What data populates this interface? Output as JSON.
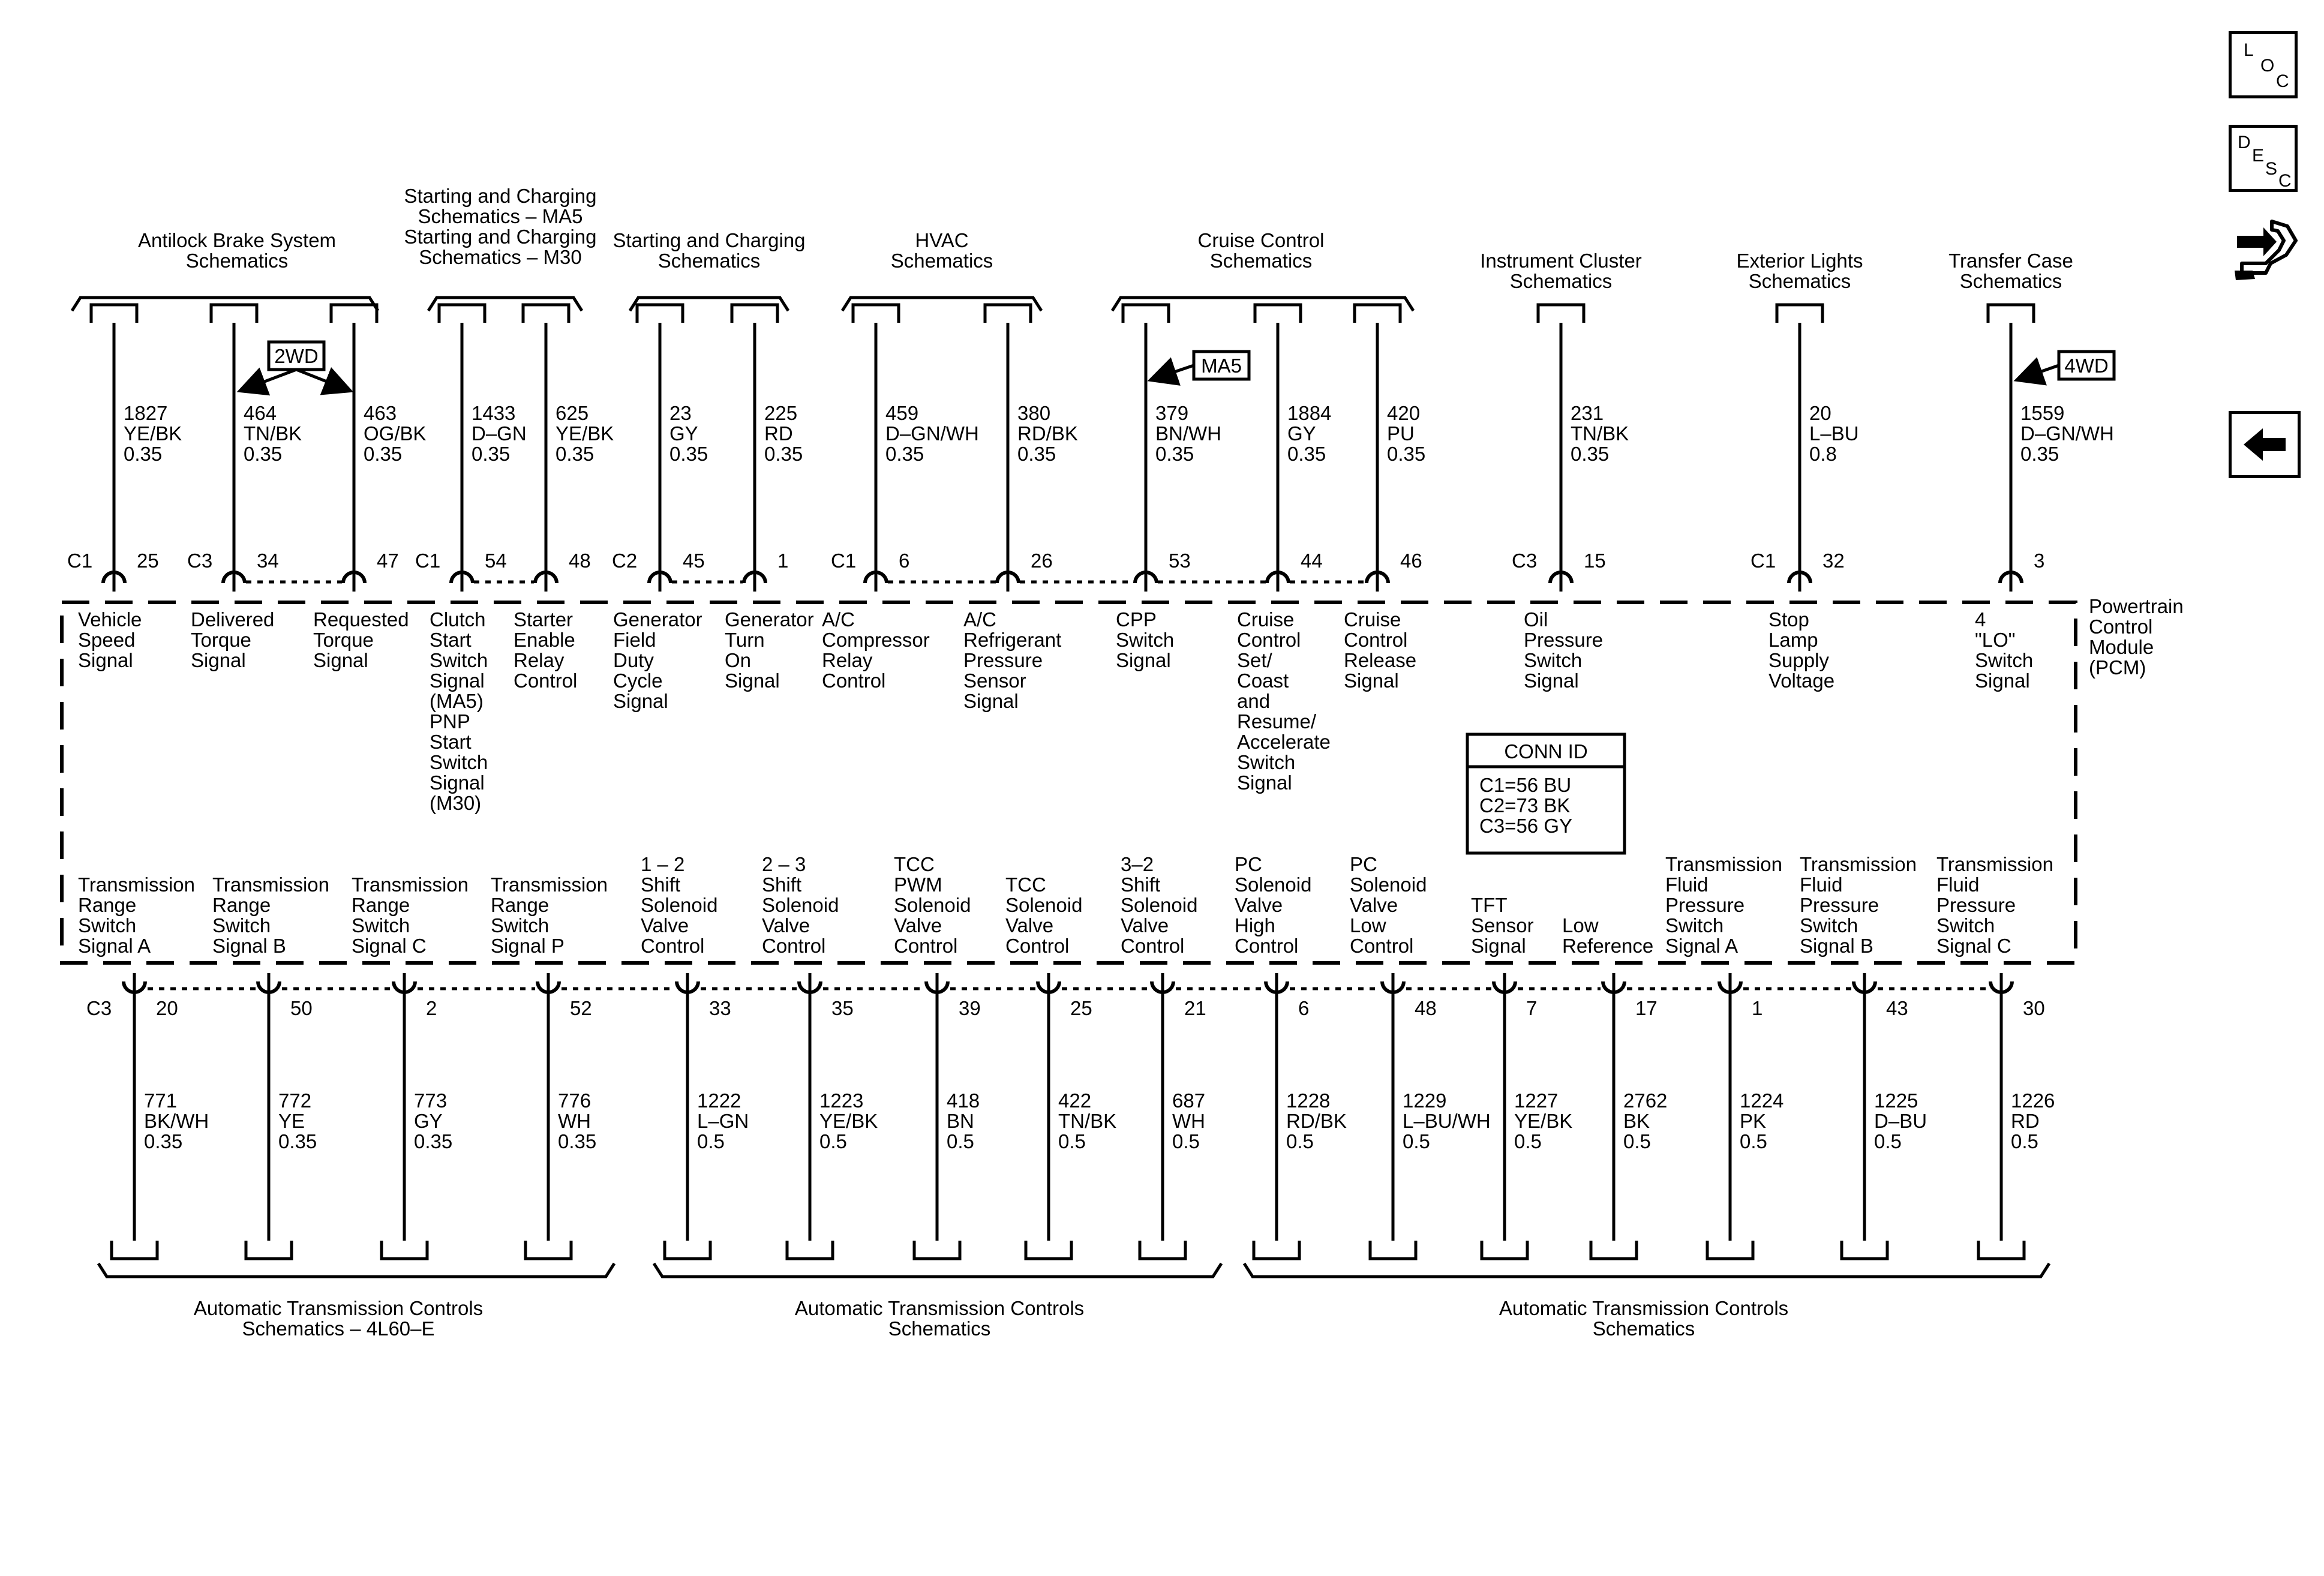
{
  "pcm": {
    "label_lines": [
      "Powertrain",
      "Control",
      "Module",
      "(PCM)"
    ]
  },
  "conn_id": {
    "title": "CONN ID",
    "lines": [
      "C1=56 BU",
      "C2=73 BK",
      "C3=56 GY"
    ]
  },
  "nav": {
    "loc": [
      "L",
      "O",
      "C"
    ],
    "desc": [
      "D",
      "E",
      "S",
      "C"
    ]
  },
  "top_groups": [
    {
      "lines": [
        "Antilock Brake System",
        "Schematics"
      ]
    },
    {
      "lines": [
        "Starting and Charging",
        "Schematics – MA5",
        "Starting and Charging",
        "Schematics – M30"
      ]
    },
    {
      "lines": [
        "Starting and Charging",
        "Schematics"
      ]
    },
    {
      "lines": [
        "HVAC",
        "Schematics"
      ]
    },
    {
      "lines": [
        "Cruise Control",
        "Schematics"
      ]
    },
    {
      "lines": [
        "Instrument Cluster",
        "Schematics"
      ]
    },
    {
      "lines": [
        "Exterior Lights",
        "Schematics"
      ]
    },
    {
      "lines": [
        "Transfer Case",
        "Schematics"
      ]
    }
  ],
  "top_option_tags": [
    {
      "label": "2WD"
    },
    {
      "label": "MA5"
    },
    {
      "label": "4WD"
    }
  ],
  "top_circuits": [
    {
      "conn": "C1",
      "pin": "25",
      "wire": [
        "1827",
        "YE/BK",
        "0.35"
      ],
      "signal": [
        "Vehicle",
        "Speed",
        "Signal"
      ]
    },
    {
      "conn": "C3",
      "pin": "34",
      "wire": [
        "464",
        "TN/BK",
        "0.35"
      ],
      "signal": [
        "Delivered",
        "Torque",
        "Signal"
      ]
    },
    {
      "conn": "",
      "pin": "47",
      "wire": [
        "463",
        "OG/BK",
        "0.35"
      ],
      "signal": [
        "Requested",
        "Torque",
        "Signal"
      ]
    },
    {
      "conn": "C1",
      "pin": "54",
      "wire": [
        "1433",
        "D–GN",
        "0.35"
      ],
      "signal": [
        "Clutch",
        "Start",
        "Switch",
        "Signal",
        "(MA5)",
        "PNP",
        "Start",
        "Switch",
        "Signal",
        "(M30)"
      ]
    },
    {
      "conn": "",
      "pin": "48",
      "wire": [
        "625",
        "YE/BK",
        "0.35"
      ],
      "signal": [
        "Starter",
        "Enable",
        "Relay",
        "Control"
      ]
    },
    {
      "conn": "C2",
      "pin": "45",
      "wire": [
        "23",
        "GY",
        "0.35"
      ],
      "signal": [
        "Generator",
        "Field",
        "Duty",
        "Cycle",
        "Signal"
      ]
    },
    {
      "conn": "",
      "pin": "1",
      "wire": [
        "225",
        "RD",
        "0.35"
      ],
      "signal": [
        "Generator",
        "Turn",
        "On",
        "Signal"
      ]
    },
    {
      "conn": "C1",
      "pin": "6",
      "wire": [
        "459",
        "D–GN/WH",
        "0.35"
      ],
      "signal": [
        "A/C",
        "Compressor",
        "Relay",
        "Control"
      ]
    },
    {
      "conn": "",
      "pin": "26",
      "wire": [
        "380",
        "RD/BK",
        "0.35"
      ],
      "signal": [
        "A/C",
        "Refrigerant",
        "Pressure",
        "Sensor",
        "Signal"
      ]
    },
    {
      "conn": "",
      "pin": "53",
      "wire": [
        "379",
        "BN/WH",
        "0.35"
      ],
      "signal": [
        "CPP",
        "Switch",
        "Signal"
      ]
    },
    {
      "conn": "",
      "pin": "44",
      "wire": [
        "1884",
        "GY",
        "0.35"
      ],
      "signal": [
        "Cruise",
        "Control",
        "Set/",
        "Coast",
        "and",
        "Resume/",
        "Accelerate",
        "Switch",
        "Signal"
      ]
    },
    {
      "conn": "",
      "pin": "46",
      "wire": [
        "420",
        "PU",
        "0.35"
      ],
      "signal": [
        "Cruise",
        "Control",
        "Release",
        "Signal"
      ]
    },
    {
      "conn": "C3",
      "pin": "15",
      "wire": [
        "231",
        "TN/BK",
        "0.35"
      ],
      "signal": [
        "Oil",
        "Pressure",
        "Switch",
        "Signal"
      ]
    },
    {
      "conn": "C1",
      "pin": "32",
      "wire": [
        "20",
        "L–BU",
        "0.8"
      ],
      "signal": [
        "Stop",
        "Lamp",
        "Supply",
        "Voltage"
      ]
    },
    {
      "conn": "",
      "pin": "3",
      "wire": [
        "1559",
        "D–GN/WH",
        "0.35"
      ],
      "signal": [
        "4",
        "\"LO\"",
        "Switch",
        "Signal"
      ]
    }
  ],
  "bottom_circuits": [
    {
      "conn": "C3",
      "pin": "20",
      "wire": [
        "771",
        "BK/WH",
        "0.35"
      ],
      "signal": [
        "Transmission",
        "Range",
        "Switch",
        "Signal A"
      ]
    },
    {
      "conn": "",
      "pin": "50",
      "wire": [
        "772",
        "YE",
        "0.35"
      ],
      "signal": [
        "Transmission",
        "Range",
        "Switch",
        "Signal B"
      ]
    },
    {
      "conn": "",
      "pin": "2",
      "wire": [
        "773",
        "GY",
        "0.35"
      ],
      "signal": [
        "Transmission",
        "Range",
        "Switch",
        "Signal C"
      ]
    },
    {
      "conn": "",
      "pin": "52",
      "wire": [
        "776",
        "WH",
        "0.35"
      ],
      "signal": [
        "Transmission",
        "Range",
        "Switch",
        "Signal P"
      ]
    },
    {
      "conn": "",
      "pin": "33",
      "wire": [
        "1222",
        "L–GN",
        "0.5"
      ],
      "signal": [
        "1 – 2",
        "Shift",
        "Solenoid",
        "Valve",
        "Control"
      ]
    },
    {
      "conn": "",
      "pin": "35",
      "wire": [
        "1223",
        "YE/BK",
        "0.5"
      ],
      "signal": [
        "2 – 3",
        "Shift",
        "Solenoid",
        "Valve",
        "Control"
      ]
    },
    {
      "conn": "",
      "pin": "39",
      "wire": [
        "418",
        "BN",
        "0.5"
      ],
      "signal": [
        "TCC",
        "PWM",
        "Solenoid",
        "Valve",
        "Control"
      ]
    },
    {
      "conn": "",
      "pin": "25",
      "wire": [
        "422",
        "TN/BK",
        "0.5"
      ],
      "signal": [
        "TCC",
        "Solenoid",
        "Valve",
        "Control"
      ]
    },
    {
      "conn": "",
      "pin": "21",
      "wire": [
        "687",
        "WH",
        "0.5"
      ],
      "signal": [
        "3–2",
        "Shift",
        "Solenoid",
        "Valve",
        "Control"
      ]
    },
    {
      "conn": "",
      "pin": "6",
      "wire": [
        "1228",
        "RD/BK",
        "0.5"
      ],
      "signal": [
        "PC",
        "Solenoid",
        "Valve",
        "High",
        "Control"
      ]
    },
    {
      "conn": "",
      "pin": "48",
      "wire": [
        "1229",
        "L–BU/WH",
        "0.5"
      ],
      "signal": [
        "PC",
        "Solenoid",
        "Valve",
        "Low",
        "Control"
      ]
    },
    {
      "conn": "",
      "pin": "7",
      "wire": [
        "1227",
        "YE/BK",
        "0.5"
      ],
      "signal": [
        "TFT",
        "Sensor",
        "Signal"
      ]
    },
    {
      "conn": "",
      "pin": "17",
      "wire": [
        "2762",
        "BK",
        "0.5"
      ],
      "signal": [
        "Low",
        "Reference"
      ]
    },
    {
      "conn": "",
      "pin": "1",
      "wire": [
        "1224",
        "PK",
        "0.5"
      ],
      "signal": [
        "Transmission",
        "Fluid",
        "Pressure",
        "Switch",
        "Signal A"
      ]
    },
    {
      "conn": "",
      "pin": "43",
      "wire": [
        "1225",
        "D–BU",
        "0.5"
      ],
      "signal": [
        "Transmission",
        "Fluid",
        "Pressure",
        "Switch",
        "Signal B"
      ]
    },
    {
      "conn": "",
      "pin": "30",
      "wire": [
        "1226",
        "RD",
        "0.5"
      ],
      "signal": [
        "Transmission",
        "Fluid",
        "Pressure",
        "Switch",
        "Signal C"
      ]
    }
  ],
  "bottom_groups": [
    {
      "lines": [
        "Automatic Transmission Controls",
        "Schematics – 4L60–E"
      ]
    },
    {
      "lines": [
        "Automatic Transmission Controls",
        "Schematics"
      ]
    },
    {
      "lines": [
        "Automatic Transmission Controls",
        "Schematics"
      ]
    }
  ]
}
